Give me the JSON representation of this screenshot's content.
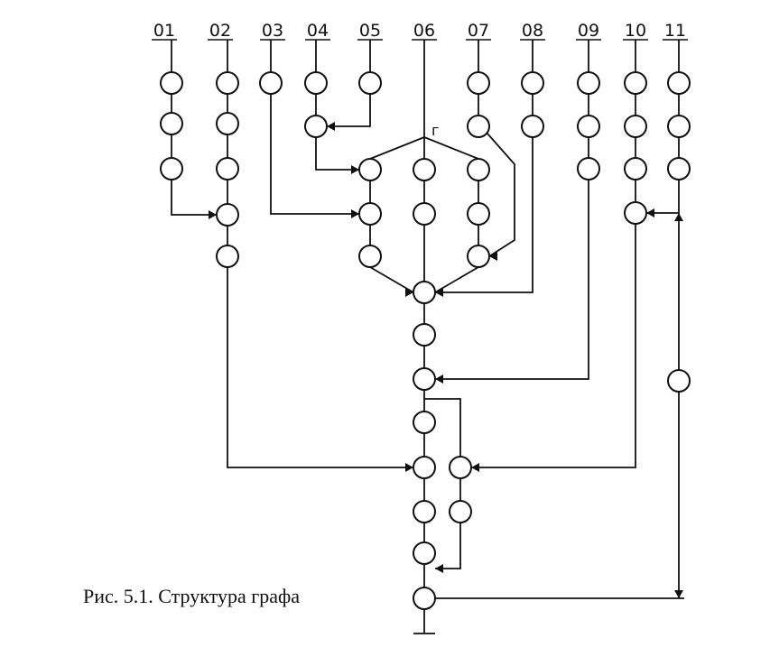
{
  "diagram": {
    "columns": [
      "01",
      "02",
      "03",
      "04",
      "05",
      "06",
      "07",
      "08",
      "09",
      "10",
      "11"
    ],
    "node_mark": "г",
    "caption": "Рис. 5.1. Структура графа"
  }
}
